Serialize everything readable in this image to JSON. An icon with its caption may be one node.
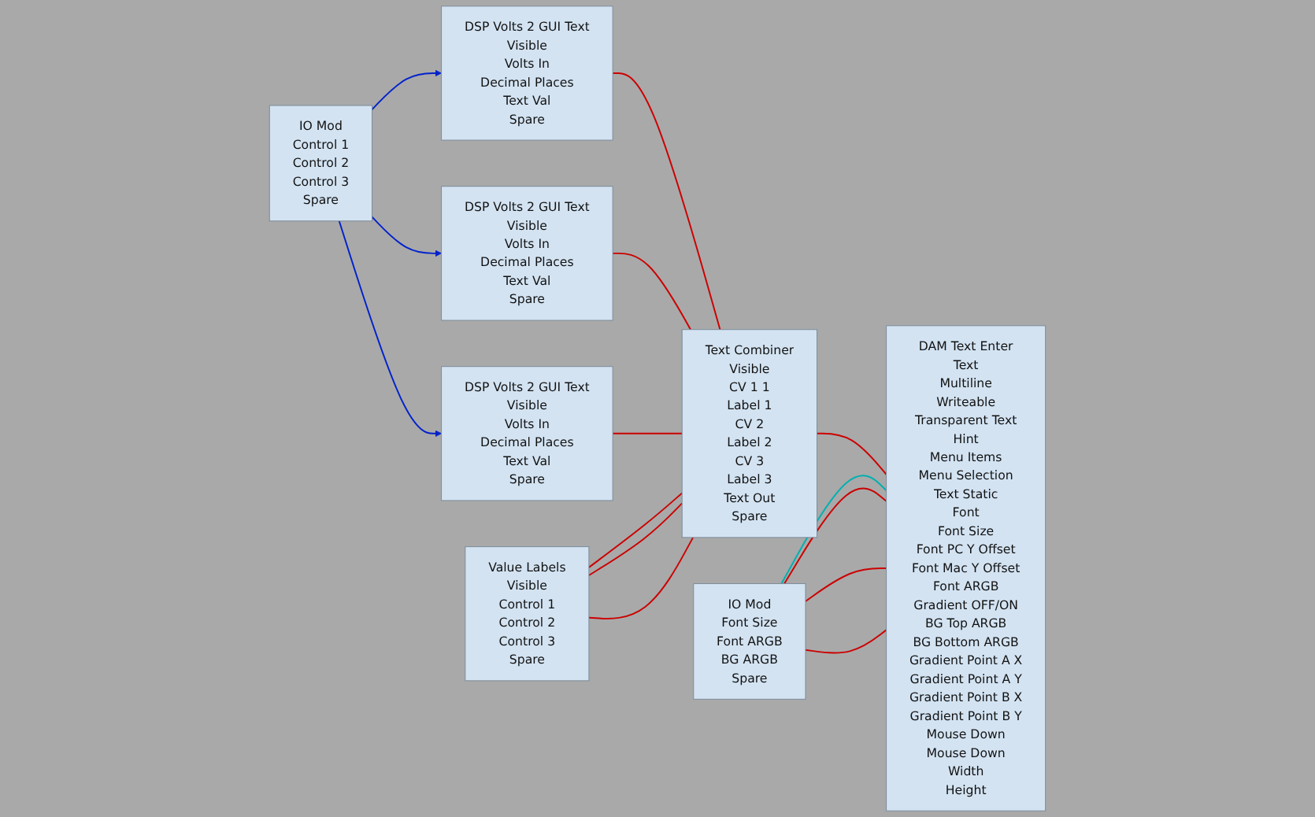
{
  "diagram": {
    "nodes": [
      {
        "text": [
          "IO Mod",
          "Control 1",
          "Control 2",
          "Control 3",
          "Spare"
        ]
      },
      {
        "text": [
          "DSP Volts 2 GUI Text",
          "Visible",
          "Volts In",
          "Decimal Places",
          "Text Val",
          "Spare"
        ]
      },
      {
        "text": [
          "DSP Volts 2 GUI Text",
          "Visible",
          "Volts In",
          "Decimal Places",
          "Text Val",
          "Spare"
        ]
      },
      {
        "text": [
          "DSP Volts 2 GUI Text",
          "Visible",
          "Volts In",
          "Decimal Places",
          "Text Val",
          "Spare"
        ]
      },
      {
        "text": [
          "Text Combiner",
          "Visible",
          "CV 1 1",
          "Label 1",
          "CV 2",
          "Label 2",
          "CV 3",
          "Label 3",
          "Text Out",
          "Spare"
        ]
      },
      {
        "text": [
          "DAM Text Enter",
          "Text",
          "Multiline",
          "Writeable",
          "Transparent Text",
          "Hint",
          "Menu Items",
          "Menu Selection",
          "Text Static",
          "Font",
          "Font Size",
          "Font PC Y Offset",
          "Font Mac Y Offset",
          "Font ARGB",
          "Gradient OFF/ON",
          "BG Top ARGB",
          "BG Bottom ARGB",
          "Gradient Point A X",
          "Gradient Point A Y",
          "Gradient Point B X",
          "Gradient Point B Y",
          "Mouse Down",
          "Mouse Down",
          "Width",
          "Height"
        ]
      },
      {
        "text": [
          "IO Mod",
          "Font Size",
          "Font ARGB",
          "BG  ARGB",
          "Spare"
        ]
      },
      {
        "text": [
          "Value Labels",
          "Visible",
          "Control 1",
          "Control 2",
          "Control 3",
          "Spare"
        ]
      }
    ],
    "edges": [
      {
        "from": 0,
        "to": 1,
        "arrow": "to",
        "color": "#0022cc"
      },
      {
        "from": 0,
        "to": 2,
        "arrow": "to",
        "color": "#0022cc"
      },
      {
        "from": 0,
        "to": 3,
        "arrow": "to",
        "color": "#0022cc"
      },
      {
        "from": 1,
        "to": 4,
        "arrow": "none"
      },
      {
        "from": 7,
        "to": 4,
        "arrow": "none"
      },
      {
        "from": 2,
        "to": 4,
        "arrow": "none"
      },
      {
        "from": 7,
        "to": 4,
        "arrow": "none"
      },
      {
        "from": 3,
        "to": 4,
        "arrow": "none"
      },
      {
        "from": 7,
        "to": 4,
        "arrow": "none"
      },
      {
        "from": 4,
        "to": 5,
        "arrow": "none"
      },
      {
        "from": 6,
        "to": 5,
        "arrow": "none",
        "color": "#00b0b0"
      },
      {
        "from": 6,
        "to": 5,
        "arrow": "none"
      },
      {
        "from": 6,
        "to": 5,
        "arrow": "none"
      },
      {
        "from": 6,
        "to": 5,
        "arrow": "none"
      }
    ]
  }
}
